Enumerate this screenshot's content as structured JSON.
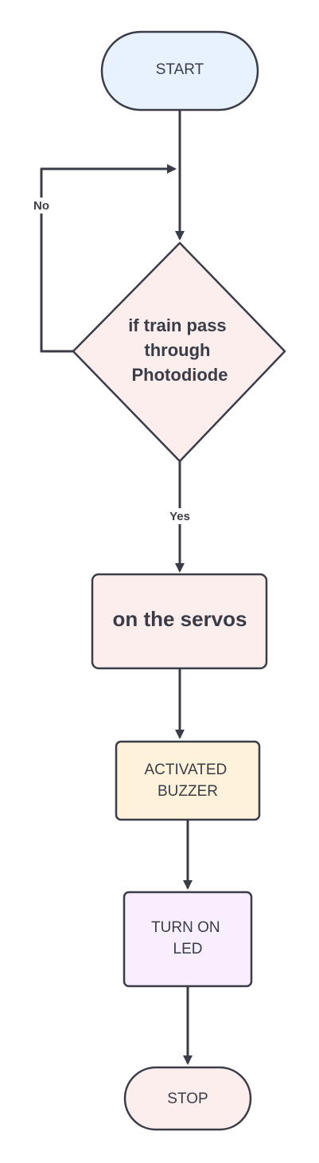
{
  "colors": {
    "stroke": "#3a3d48",
    "terminal_start_fill": "#e8f2fe",
    "decision_fill": "#fdeeee",
    "process_fill": "#fdeeee",
    "buzzer_fill": "#fef3da",
    "led_fill": "#f8eefd",
    "terminal_stop_fill": "#fdeeee"
  },
  "nodes": {
    "start": {
      "label": "START"
    },
    "decision": {
      "lines": [
        "if train pass",
        "through",
        "Photodiode"
      ]
    },
    "servos": {
      "label": "on the servos"
    },
    "buzzer": {
      "lines": [
        "ACTIVATED",
        "BUZZER"
      ]
    },
    "led": {
      "lines": [
        "TURN ON",
        "LED"
      ]
    },
    "stop": {
      "label": "STOP"
    }
  },
  "edges": {
    "no_label": "No",
    "yes_label": "Yes"
  }
}
